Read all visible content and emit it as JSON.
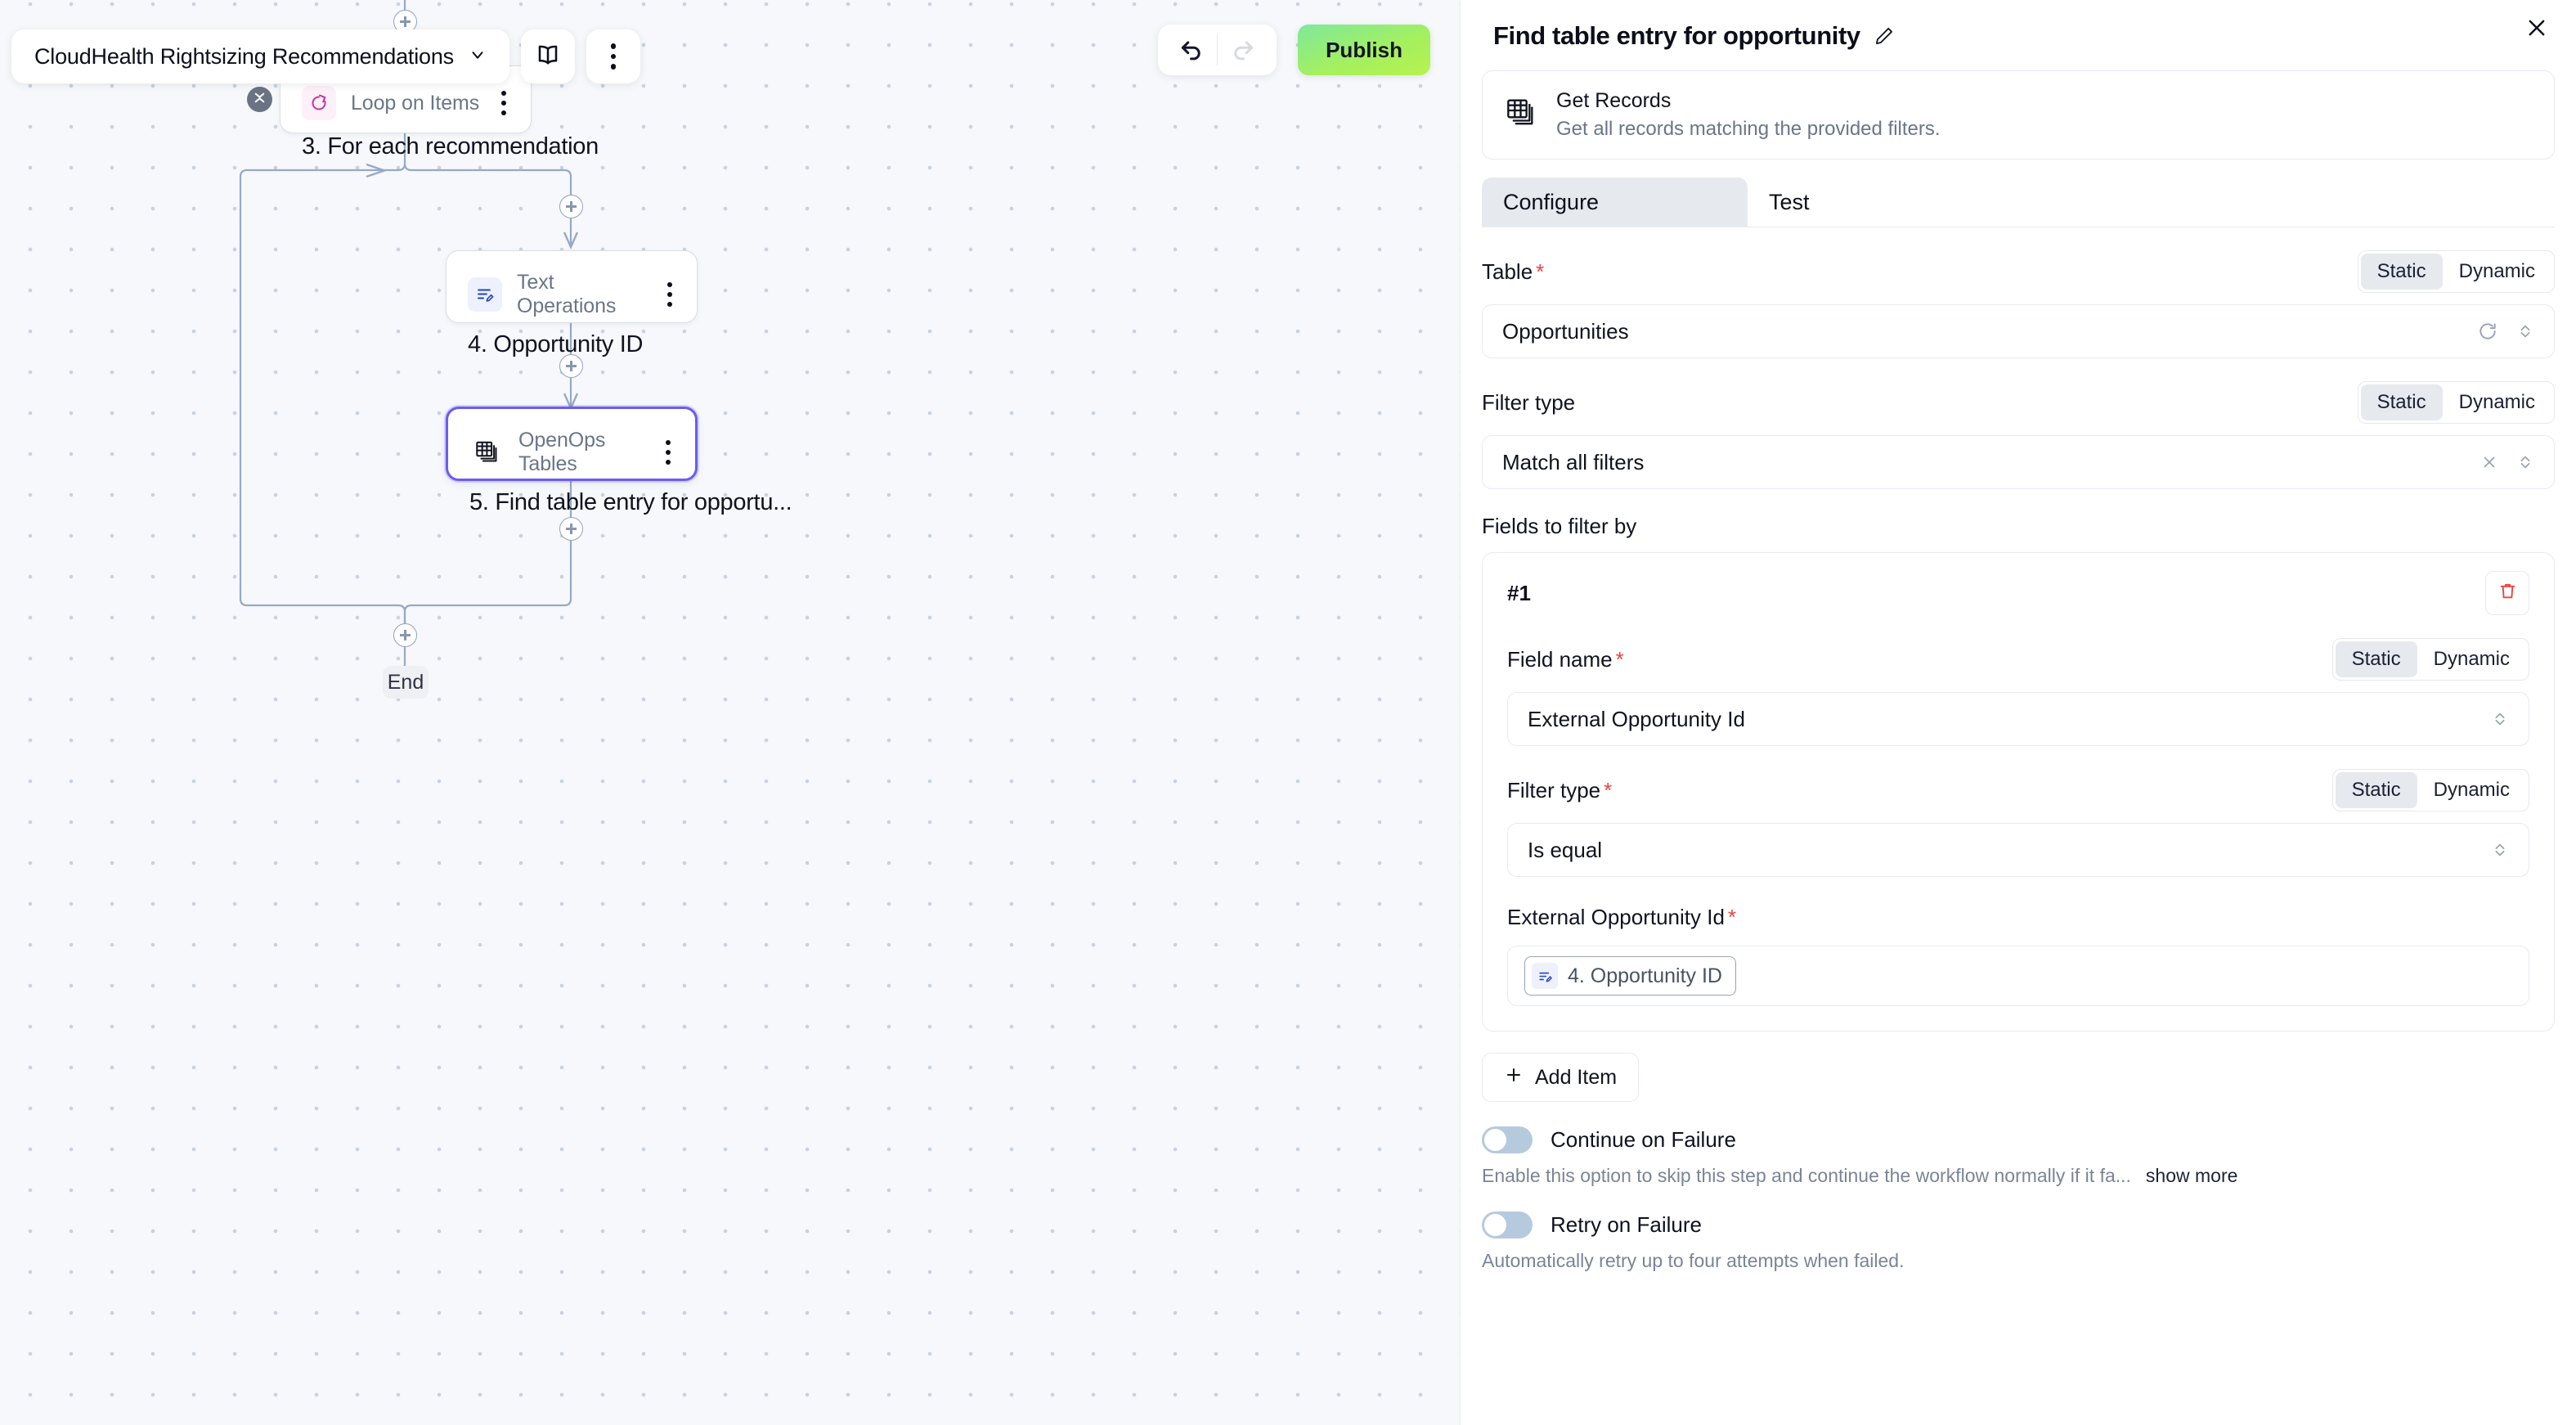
{
  "canvas": {
    "toolbar_left": {
      "flow_name": "CloudHealth Rightsizing Recommendations",
      "chevron_icon": "chevron-down-icon",
      "docs_icon": "book-icon",
      "more_icon": "kebab-menu-icon"
    },
    "toolbar_right": {
      "undo_icon": "undo-arrow-icon",
      "redo_icon": "redo-arrow-icon",
      "publish_label": "Publish",
      "publish_color": "#a5f05e"
    },
    "collapse_icon": "collapse-chevrons-icon",
    "add_step_icon": "plus-icon",
    "end_label": "End",
    "nodes": [
      {
        "kind": "Loop on Items",
        "title": "3. For each recommendation",
        "icon": "loop-icon",
        "menu_icon": "kebab-menu-icon",
        "selected": false
      },
      {
        "kind": "Text Operations",
        "title": "4. Opportunity ID",
        "icon": "text-operations-icon",
        "menu_icon": "kebab-menu-icon",
        "selected": false
      },
      {
        "kind": "OpenOps Tables",
        "title": "5. Find table entry for opportu...",
        "icon": "tables-icon",
        "menu_icon": "kebab-menu-icon",
        "selected": true
      }
    ]
  },
  "panel": {
    "title": "Find table entry for opportunity",
    "edit_icon": "pencil-icon",
    "close_icon": "close-icon",
    "action": {
      "icon": "tables-icon",
      "name": "Get Records",
      "description": "Get all records matching the provided filters."
    },
    "tabs": [
      {
        "label": "Configure",
        "active": true
      },
      {
        "label": "Test",
        "active": false
      }
    ],
    "segmented_options": {
      "static": "Static",
      "dynamic": "Dynamic"
    },
    "table_field": {
      "label": "Table",
      "required": true,
      "mode": "Static",
      "value": "Opportunities",
      "refresh_icon": "refresh-icon",
      "chevron_icon": "chevron-up-down-icon"
    },
    "filter_type_field": {
      "label": "Filter type",
      "required": false,
      "mode": "Static",
      "value": "Match all filters",
      "clear_icon": "close-x-icon",
      "chevron_icon": "chevron-up-down-icon"
    },
    "fields_to_filter_label": "Fields to filter by",
    "filters": [
      {
        "index_label": "#1",
        "delete_icon": "trash-icon",
        "delete_color": "#f0413c",
        "field_name": {
          "label": "Field name",
          "required": true,
          "mode": "Static",
          "value": "External Opportunity Id",
          "chevron_icon": "chevron-up-down-icon"
        },
        "filter_type": {
          "label": "Filter type",
          "required": true,
          "mode": "Static",
          "value": "Is equal",
          "chevron_icon": "chevron-up-down-icon"
        },
        "value_field": {
          "label": "External Opportunity Id",
          "required": true,
          "token_label": "4. Opportunity ID",
          "token_icon": "text-operations-icon"
        }
      }
    ],
    "add_item": {
      "label": "Add Item",
      "icon": "plus-icon"
    },
    "continue_on_failure": {
      "label": "Continue on Failure",
      "enabled": false,
      "help": "Enable this option to skip this step and continue the workflow normally if it fa...",
      "show_more": "show more"
    },
    "retry_on_failure": {
      "label": "Retry on Failure",
      "enabled": false,
      "help": "Automatically retry up to four attempts when failed."
    }
  }
}
